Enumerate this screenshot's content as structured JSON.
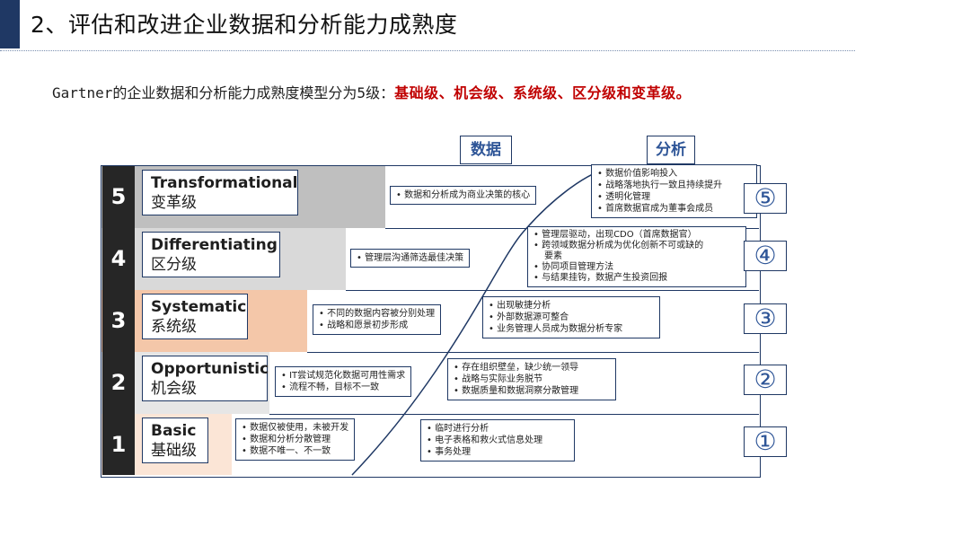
{
  "header": {
    "title": "2、评估和改进企业数据和分析能力成熟度"
  },
  "intro": {
    "prefix": "Gartner的企业数据和分析能力成熟度模型分为5级：",
    "highlight": "基础级、机会级、系统级、区分级和变革级。"
  },
  "columns": {
    "data": "数据",
    "analysis": "分析"
  },
  "levels": [
    {
      "number": "5",
      "en": "Transformational",
      "zh": "变革级",
      "color": "#bfbfbf",
      "data_items": [
        "数据和分析成为商业决策的核心"
      ],
      "analysis_items": [
        "数据价值影响投入",
        "战略落地执行一致且持续提升",
        "透明化管理",
        "首席数据官成为董事会成员"
      ],
      "circle": "⑤"
    },
    {
      "number": "4",
      "en": "Differentiating",
      "zh": "区分级",
      "color": "#d9d9d9",
      "data_items": [
        "管理层沟通筛选最佳决策"
      ],
      "analysis_items": [
        "管理层驱动，出现CDO（首席数据官）",
        "跨领域数据分析成为优化创新不可或缺的",
        "要素",
        "协同项目管理方法",
        "与结果挂钩，数据产生投资回报"
      ],
      "circle": "④"
    },
    {
      "number": "3",
      "en": "Systematic",
      "zh": "系统级",
      "color": "#f4c7a9",
      "data_items": [
        "不同的数据内容被分别处理",
        "战略和愿景初步形成"
      ],
      "analysis_items": [
        "出现敏捷分析",
        "外部数据源可整合",
        "业务管理人员成为数据分析专家"
      ],
      "circle": "③"
    },
    {
      "number": "2",
      "en": "Opportunistic",
      "zh": "机会级",
      "color": "#e6e6e6",
      "data_items": [
        "IT尝试规范化数据可用性需求",
        "流程不畅，目标不一致"
      ],
      "analysis_items": [
        "存在组织壁垒，缺少统一领导",
        "战略与实际业务脱节",
        "数据质量和数据洞察分散管理"
      ],
      "circle": "②"
    },
    {
      "number": "1",
      "en": "Basic",
      "zh": "基础级",
      "color": "#fbe5d6",
      "data_items": [
        "数据仅被使用，未被开发",
        "数据和分析分散管理",
        "数据不唯一、不一致"
      ],
      "analysis_items": [
        "临时进行分析",
        "电子表格和救火式信息处理",
        "事务处理"
      ],
      "circle": "①"
    }
  ]
}
